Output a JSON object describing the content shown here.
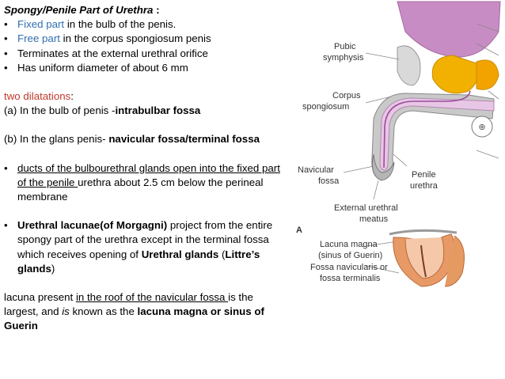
{
  "text": {
    "title": "Spongy/Penile Part of Urethra",
    "title_colon": " :",
    "bullets": [
      {
        "hl": "Fixed part",
        "rest": " in the bulb of the penis."
      },
      {
        "hl": "Free part",
        "rest": "  in the corpus spongiosum penis"
      },
      {
        "text": "Terminates at the external urethral orifice"
      },
      {
        "text": "Has uniform diameter of about 6 mm"
      }
    ],
    "dilatations_heading": "two dilatations",
    "dilatations_colon": ":",
    "dil_a_pre": "(a) In the bulb of penis -",
    "dil_a_bold": "intrabulbar fossa",
    "dil_b_pre": " (b) In the glans penis- ",
    "dil_b_bold": "navicular fossa/terminal fossa",
    "ducts_u": "ducts of the bulbourethral glands open into the fixed part of the penile ",
    "ducts_rest": "urethra about 2.5 cm below the perineal membrane",
    "lac_bold": "Urethral lacunae(of Morgagni)",
    "lac_rest": " project from the entire spongy part of the urethra except in the terminal fossa which receives opening of  ",
    "lac_bold2": "Urethral glands",
    "lac_open": " (",
    "lac_bold3": "Littre’s glands",
    "lac_close": ")",
    "last_pre": "lacuna present ",
    "last_u": "in the roof of the navicular fossa ",
    "last_mid": "is the largest, and ",
    "last_is": "is",
    "last_mid2": " known as the ",
    "last_bold": "lacuna magna or sinus of Guerin"
  },
  "figure": {
    "labels": {
      "pubic1": "Pubic",
      "pubic2": "symphysis",
      "corpus1": "Corpus",
      "corpus2": "spongiosum",
      "navicular1": "Navicular",
      "navicular2": "fossa",
      "penile1": "Penile",
      "penile2": "urethra",
      "external1": "External urethral",
      "external2": "meatus",
      "panel": "A",
      "lacuna1": "Lacuna magna",
      "lacuna2": "(sinus of Guerin)",
      "fossa1": "Fossa navicularis or",
      "fossa2": "fossa terminalis"
    }
  }
}
